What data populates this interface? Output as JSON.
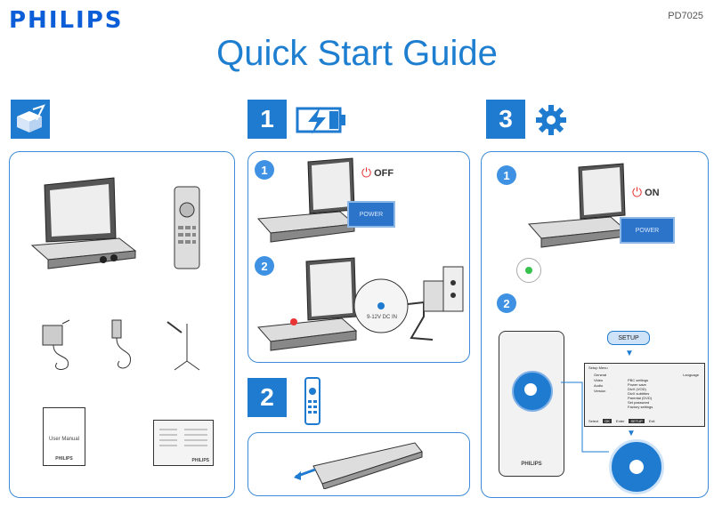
{
  "header": {
    "brand": "PHILIPS",
    "model": "PD7025",
    "title": "Quick Start Guide"
  },
  "sections": {
    "box": {
      "icon": "box-icon"
    },
    "power": {
      "number": "1",
      "icon": "battery-charge-icon"
    },
    "remote": {
      "number": "2",
      "icon": "remote-icon"
    },
    "setup": {
      "number": "3",
      "icon": "gear-icon"
    }
  },
  "box_contents": {
    "manual_label": "User Manual",
    "manual_brand": "PHILIPS",
    "booklet_brand": "PHILIPS"
  },
  "power_panel": {
    "step1": "1",
    "step2": "2",
    "off_label": "OFF",
    "power_button": "POWER",
    "dc_label": "9-12V DC IN"
  },
  "setup_panel": {
    "step1": "1",
    "step2": "2",
    "on_label": "ON",
    "power_button": "POWER",
    "setup_button": "SETUP",
    "remote_brand": "PHILIPS",
    "menu": {
      "title": "Setup Menu",
      "items": [
        "General",
        "Video",
        "Audio",
        "Version"
      ],
      "language": "Language",
      "options": [
        "PBC settings",
        "Power save",
        "DivX (VOD)",
        "DivX subtitles",
        "Parental (DVD)",
        "Set password",
        "Factory settings"
      ],
      "footer": [
        "Select",
        "OK",
        "Enter",
        "SETUP",
        "Exit"
      ]
    }
  },
  "colors": {
    "brand": "#0b5ed7",
    "accent": "#1f7bd0",
    "power_on": "#36c24c",
    "power_off": "#e83434"
  }
}
